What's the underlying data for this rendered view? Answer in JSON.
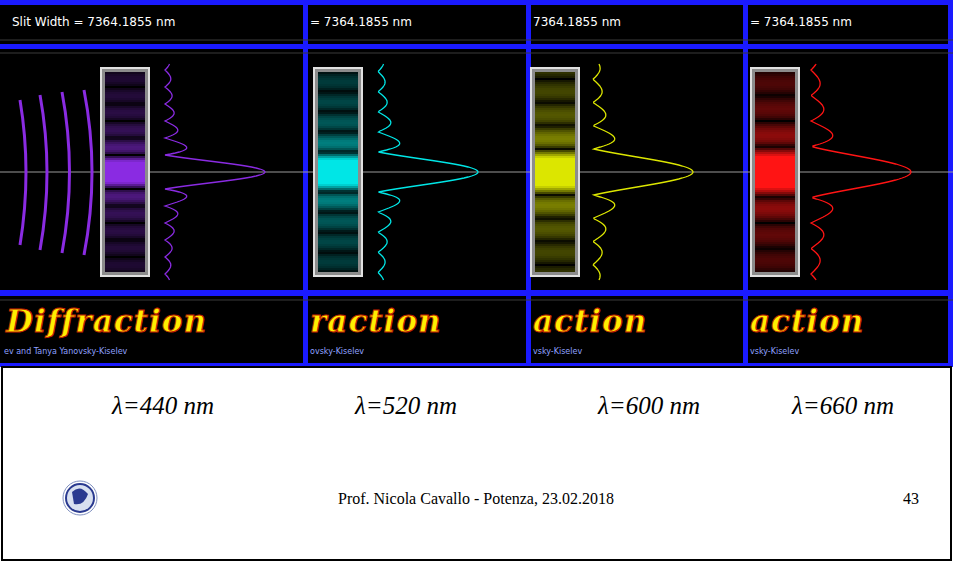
{
  "diagram": {
    "labels": [
      "Slit Width = 7364.1855 nm",
      "= 7364.1855 nm",
      "7364.1855 nm",
      "= 7364.1855 nm",
      "Diffraction",
      "raction",
      "action",
      "action",
      "ev and Tanya Yanovsky-Kiselev",
      "ovsky-Kiselev",
      "vsky-Kiselev",
      "vsky-Kiselev",
      "λ=440 nm",
      "λ=520 nm",
      "λ=600 nm",
      "λ=660 nm",
      "Prof. Nicola Cavallo - Potenza, 23.02.2018",
      "43"
    ]
  }
}
